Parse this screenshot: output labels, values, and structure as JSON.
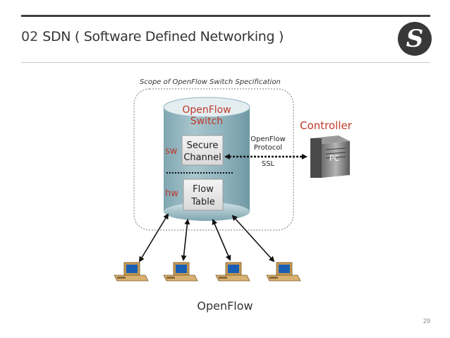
{
  "header": {
    "number": "02",
    "title": "SDN ( Software Defined Networking )",
    "logo_letter": "S"
  },
  "diagram": {
    "scope_label": "Scope of OpenFlow Switch Specification",
    "switch_title_line1": "OpenFlow",
    "switch_title_line2": "Switch",
    "sw_label": "sw",
    "hw_label": "hw",
    "secure_channel_line1": "Secure",
    "secure_channel_line2": "Channel",
    "flow_table_line1": "Flow",
    "flow_table_line2": "Table",
    "protocol_line1": "OpenFlow",
    "protocol_line2": "Protocol",
    "protocol_line3": "SSL",
    "controller_label": "Controller",
    "pc_label": "PC"
  },
  "caption": "OpenFlow",
  "page_number": "29",
  "colors": {
    "title_text": "#333333",
    "rule": "#3f3f3f",
    "logo_bg": "#383838",
    "red_text": "#c0392b",
    "cylinder_top": "#dfe9ec",
    "cylinder_body": "#8fb3bd",
    "monitor_screen": "#1a5fb4",
    "computer_body": "#c59a52"
  }
}
